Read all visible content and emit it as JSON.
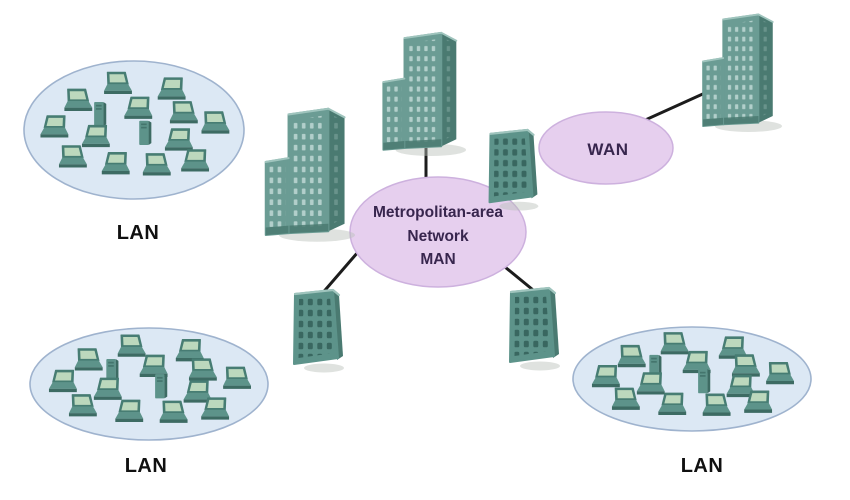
{
  "diagram": {
    "lans": [
      {
        "id": "lan-top-left",
        "label": "LAN",
        "device_count": 15
      },
      {
        "id": "lan-bottom-left",
        "label": "LAN",
        "device_count": 15
      },
      {
        "id": "lan-bottom-right",
        "label": "LAN",
        "device_count": 15
      }
    ],
    "man": {
      "label_lines": [
        "Metropolitan-area",
        "Network",
        "MAN"
      ]
    },
    "wan": {
      "label": "WAN"
    },
    "connections": [
      {
        "from": "building-top",
        "to": "man-cloud"
      },
      {
        "from": "man-cloud",
        "to": "building-bottom-left"
      },
      {
        "from": "man-cloud",
        "to": "building-bottom-right"
      },
      {
        "from": "wan-cloud",
        "to": "building-right"
      }
    ],
    "colors": {
      "lan_fill": "#dce8f4",
      "lan_border": "#9fb3ce",
      "cloud_fill": "#e6cfee",
      "cloud_border": "#cdb1de",
      "cloud_text": "#38264e",
      "building_front": "#6b9c94",
      "building_side": "#4a7a71",
      "building_edge": "#9fc4bd",
      "small_building_body": "#5d938a",
      "window_light": "#b9d4d0",
      "window_dark": "#2f5c55",
      "laptop_lid": "#477d73",
      "laptop_screen": "#bcd8bd",
      "laptop_base": "#5d938a",
      "laptop_edge": "#3d6b63",
      "line": "#1c1c1c",
      "label_text": "#101010",
      "shadow": "#b9beb9"
    }
  }
}
